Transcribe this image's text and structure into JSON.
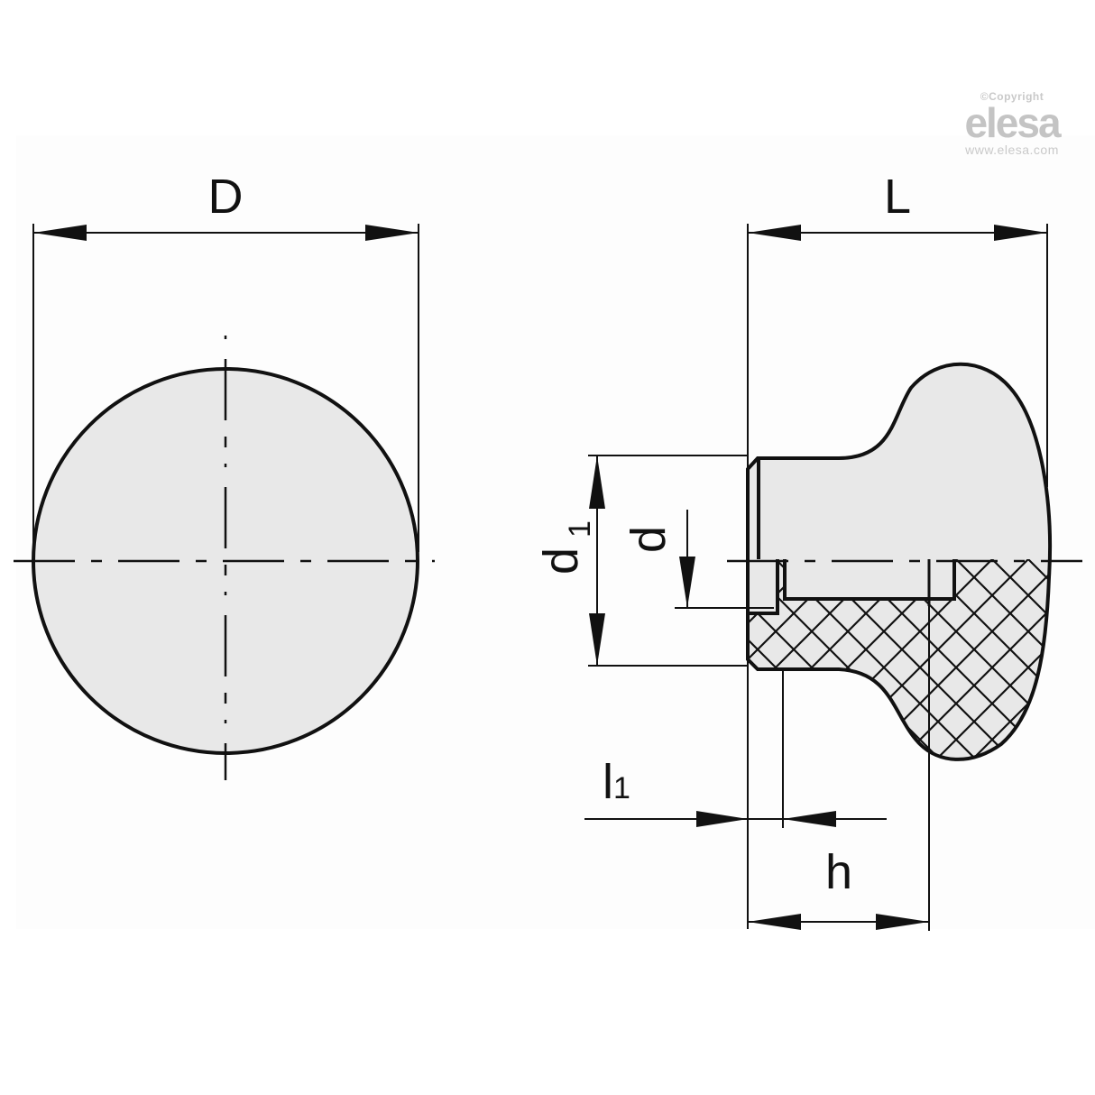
{
  "drawing": {
    "views": [
      {
        "name": "front-view",
        "shape": "circle"
      },
      {
        "name": "side-section-view",
        "shape": "knob-profile"
      }
    ],
    "dimensions": {
      "D": "D",
      "L": "L",
      "d1_main": "d",
      "d1_sub": "1",
      "d": "d",
      "l1_main": "l",
      "l1_sub": "1",
      "h": "h"
    },
    "colors": {
      "fill": "#e8e8e8",
      "line": "#111111",
      "background": "#ffffff",
      "watermark": "#c4c4c4"
    }
  },
  "watermark": {
    "copyright": "©Copyright",
    "brand": "elesa",
    "url": "www.elesa.com"
  }
}
